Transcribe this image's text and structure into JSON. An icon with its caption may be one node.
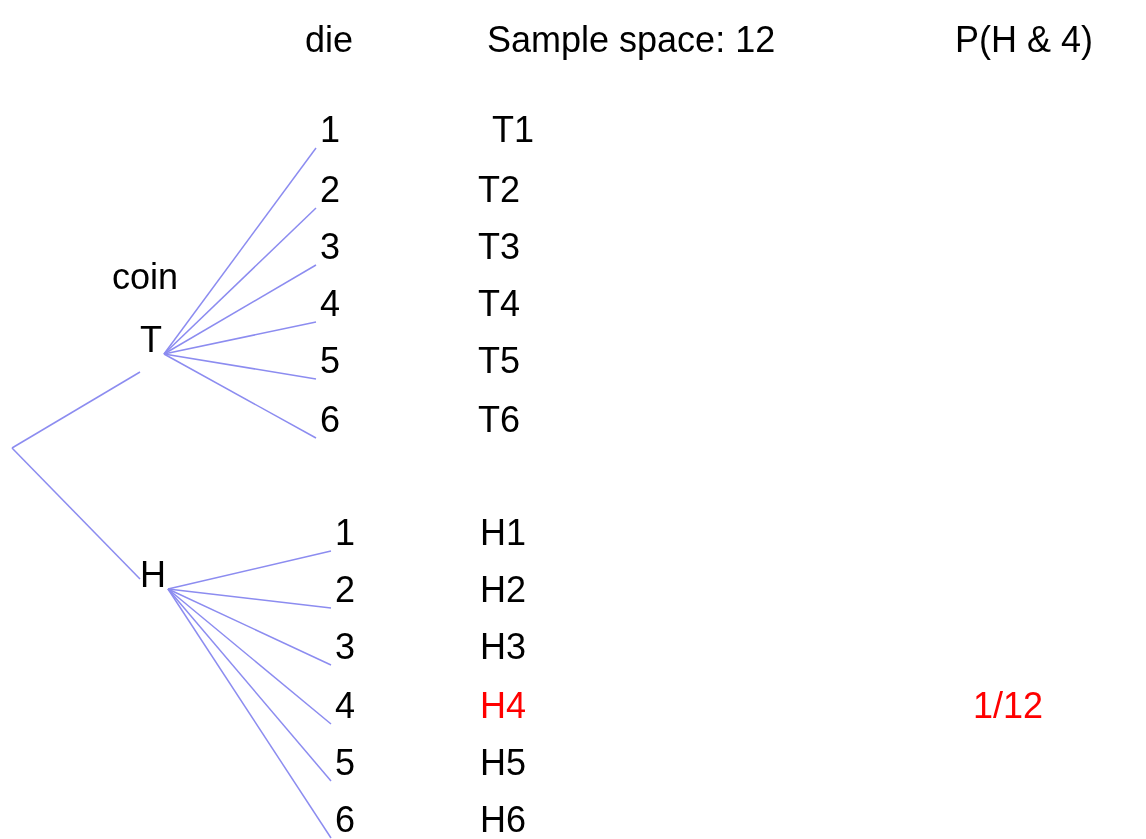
{
  "diagram": {
    "nodes": [
      {
        "text": [
          "T"
        ]
      },
      {
        "text": [
          "H"
        ]
      },
      {
        "text": [
          "1"
        ]
      },
      {
        "text": [
          "2"
        ]
      },
      {
        "text": [
          "3"
        ]
      },
      {
        "text": [
          "4"
        ]
      },
      {
        "text": [
          "5"
        ]
      },
      {
        "text": [
          "6"
        ]
      },
      {
        "text": [
          "1"
        ]
      },
      {
        "text": [
          "2"
        ]
      },
      {
        "text": [
          "3"
        ]
      },
      {
        "text": [
          "4"
        ]
      },
      {
        "text": [
          "5"
        ]
      },
      {
        "text": [
          "6"
        ]
      }
    ],
    "edges": [
      {
        "from": null,
        "to": 0,
        "arrow": "none"
      },
      {
        "from": null,
        "to": 1,
        "arrow": "none"
      },
      {
        "from": 0,
        "to": 2,
        "arrow": "none"
      },
      {
        "from": 0,
        "to": 3,
        "arrow": "none"
      },
      {
        "from": 0,
        "to": 4,
        "arrow": "none"
      },
      {
        "from": 0,
        "to": 5,
        "arrow": "none"
      },
      {
        "from": 0,
        "to": 6,
        "arrow": "none"
      },
      {
        "from": 0,
        "to": 7,
        "arrow": "none"
      },
      {
        "from": 1,
        "to": 8,
        "arrow": "none"
      },
      {
        "from": 1,
        "to": 9,
        "arrow": "none"
      },
      {
        "from": 1,
        "to": 10,
        "arrow": "none"
      },
      {
        "from": 1,
        "to": 11,
        "arrow": "none"
      },
      {
        "from": 1,
        "to": 12,
        "arrow": "none"
      },
      {
        "from": 1,
        "to": 13,
        "arrow": "none"
      }
    ],
    "labels": [
      "die",
      "Sample space: 12",
      "P(H & 4)",
      "coin",
      "T1",
      "T2",
      "T3",
      "T4",
      "T5",
      "T6",
      "H1",
      "H2",
      "H3",
      "H4",
      "H5",
      "H6",
      "1/12"
    ]
  }
}
